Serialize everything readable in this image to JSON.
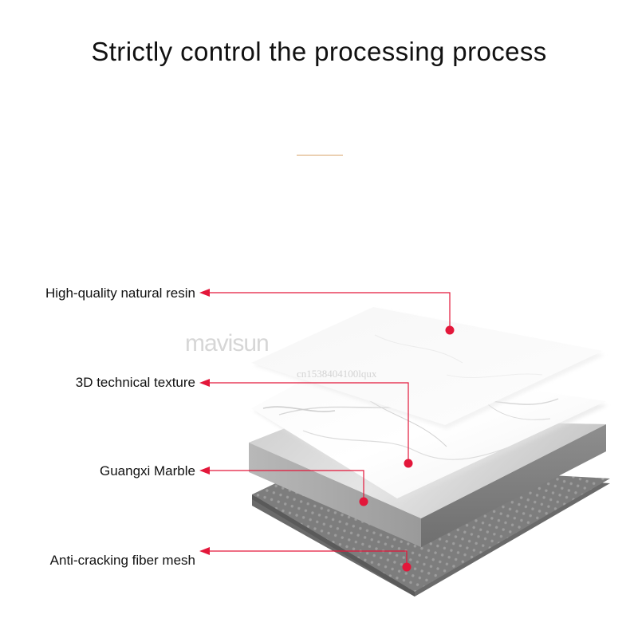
{
  "title": "Strictly control the processing process",
  "layers": [
    {
      "label": "High-quality natural resin"
    },
    {
      "label": "3D technical texture"
    },
    {
      "label": "Guangxi Marble"
    },
    {
      "label": "Anti-cracking fiber mesh"
    }
  ],
  "watermark": {
    "brand": "mavisun",
    "id": "cn1538404100lqux"
  },
  "colors": {
    "accent": "#e3173a",
    "rule": "#d9a36a",
    "text": "#111111"
  }
}
